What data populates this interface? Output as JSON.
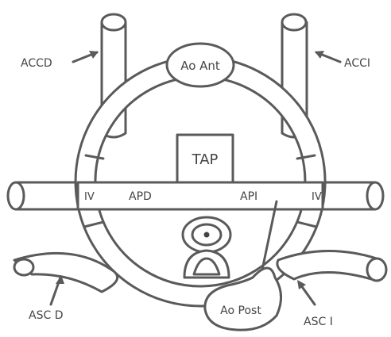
{
  "labels": {
    "ao_ant": "Ao Ant",
    "tap": "TAP",
    "accd": "ACCD",
    "acci": "ACCI",
    "apd": "APD",
    "api": "API",
    "iv_left": "IV",
    "iv_right": "IV",
    "asc_d": "ASC D",
    "asc_i": "ASC I",
    "ao_post": "Ao Post"
  }
}
